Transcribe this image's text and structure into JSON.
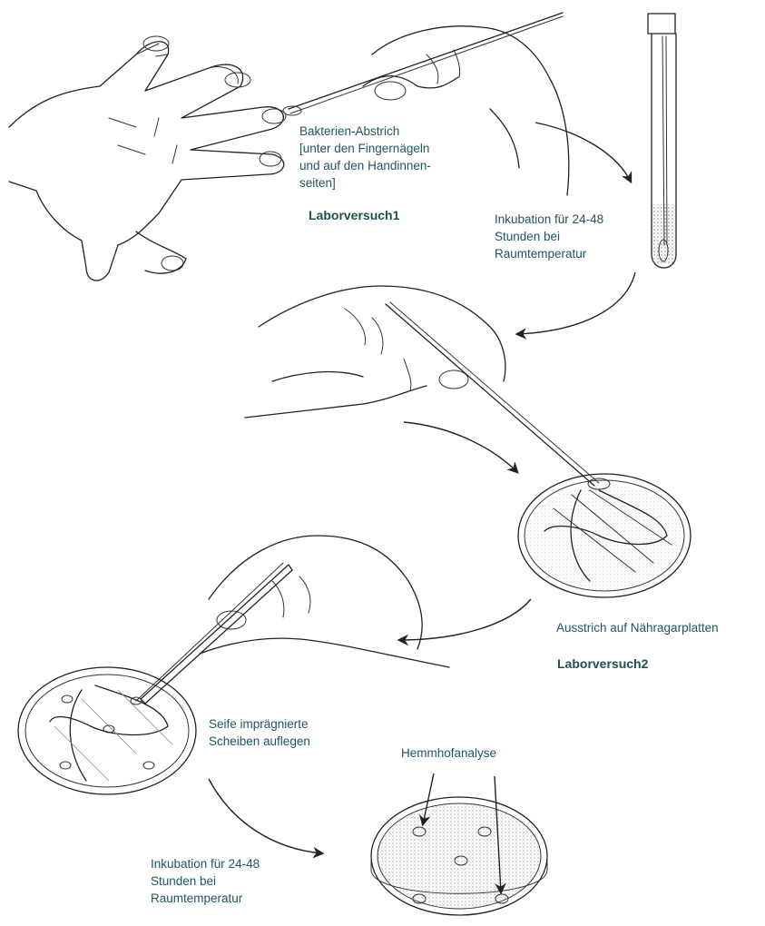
{
  "labels": {
    "swab": "Bakterien-Abstrich\n[unter den Fingernägeln\nund auf den Handinnen-\nseiten]",
    "lab1": "Laborversuch1",
    "incubation1": "Inkubation für 24-48\nStunden bei\nRaumtemperatur",
    "streak": "Ausstrich auf Nähragarplatten",
    "lab2": "Laborversuch2",
    "disks": "Seife imprägnierte\nScheiben auflegen",
    "inhibition": "Hemmhofanalyse",
    "incubation2": "Inkubation für 24-48\nStunden bei\nRaumtemperatur"
  }
}
